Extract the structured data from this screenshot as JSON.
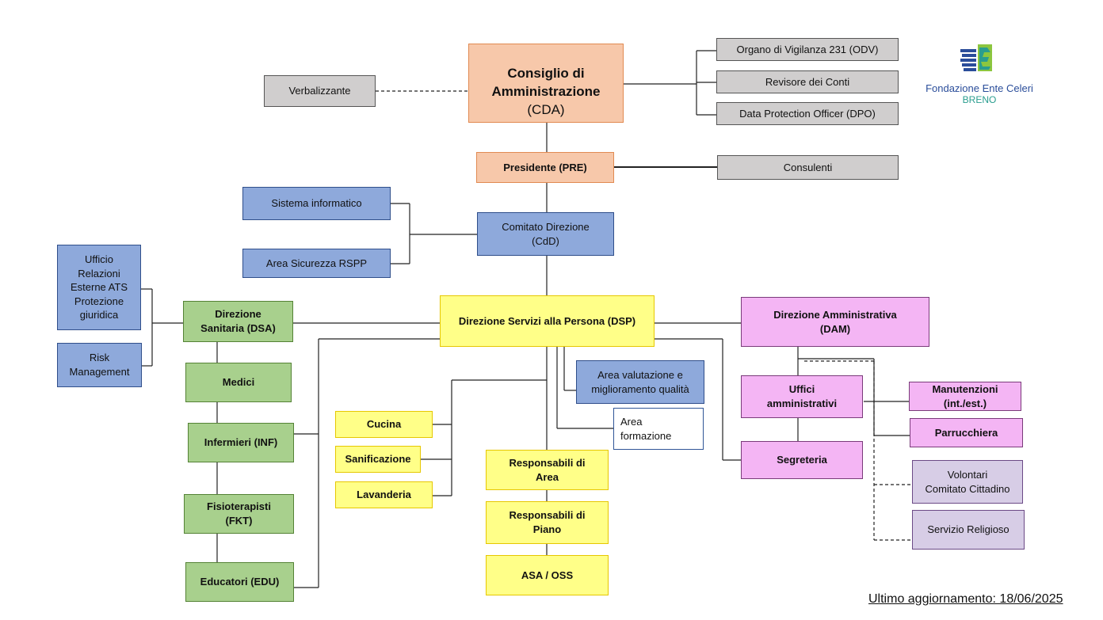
{
  "org": {
    "cda": "Consiglio di\nAmministrazione",
    "cda_abbr": "(CDA)",
    "verbalizzante": "Verbalizzante",
    "odv": "Organo di Vigilanza 231 (ODV)",
    "revisore": "Revisore dei Conti",
    "dpo": "Data Protection Officer (DPO)",
    "presidente": "Presidente (PRE)",
    "consulenti": "Consulenti",
    "sistema_informatico": "Sistema informatico",
    "area_sicurezza": "Area Sicurezza RSPP",
    "comitato": "Comitato Direzione\n(CdD)",
    "urp": "Ufficio\nRelazioni\nEsterne ATS\nProtezione\ngiuridica",
    "risk": "Risk\nManagement",
    "dsa": "Direzione\nSanitaria (DSA)",
    "dsp": "Direzione Servizi alla Persona (DSP)",
    "dam": "Direzione Amministrativa\n(DAM)",
    "medici": "Medici",
    "infermieri": "Infermieri (INF)",
    "fisioterapisti": "Fisioterapisti\n(FKT)",
    "educatori": "Educatori (EDU)",
    "cucina": "Cucina",
    "sanificazione": "Sanificazione",
    "lavanderia": "Lavanderia",
    "area_valutazione": "Area valutazione e\nmiglioramento qualità",
    "area_formazione": "Area\nformazione",
    "resp_area": "Responsabili di\nArea",
    "resp_piano": "Responsabili di\nPiano",
    "asa_oss": "ASA / OSS",
    "uffici_amm": "Uffici\namministrativi",
    "segreteria": "Segreteria",
    "manutenzioni": "Manutenzioni\n(int./est.)",
    "parrucchiera": "Parrucchiera",
    "volontari": "Volontari\nComitato Cittadino",
    "servizio_religioso": "Servizio Religioso"
  },
  "logo": {
    "name": "Fondazione Ente Celeri",
    "sub": "BRENO",
    "colors": {
      "blue": "#2a4d9a",
      "teal": "#2a9d8f",
      "green": "#8cc63f"
    }
  },
  "footer": "Ultimo aggiornamento: 18/06/2025"
}
